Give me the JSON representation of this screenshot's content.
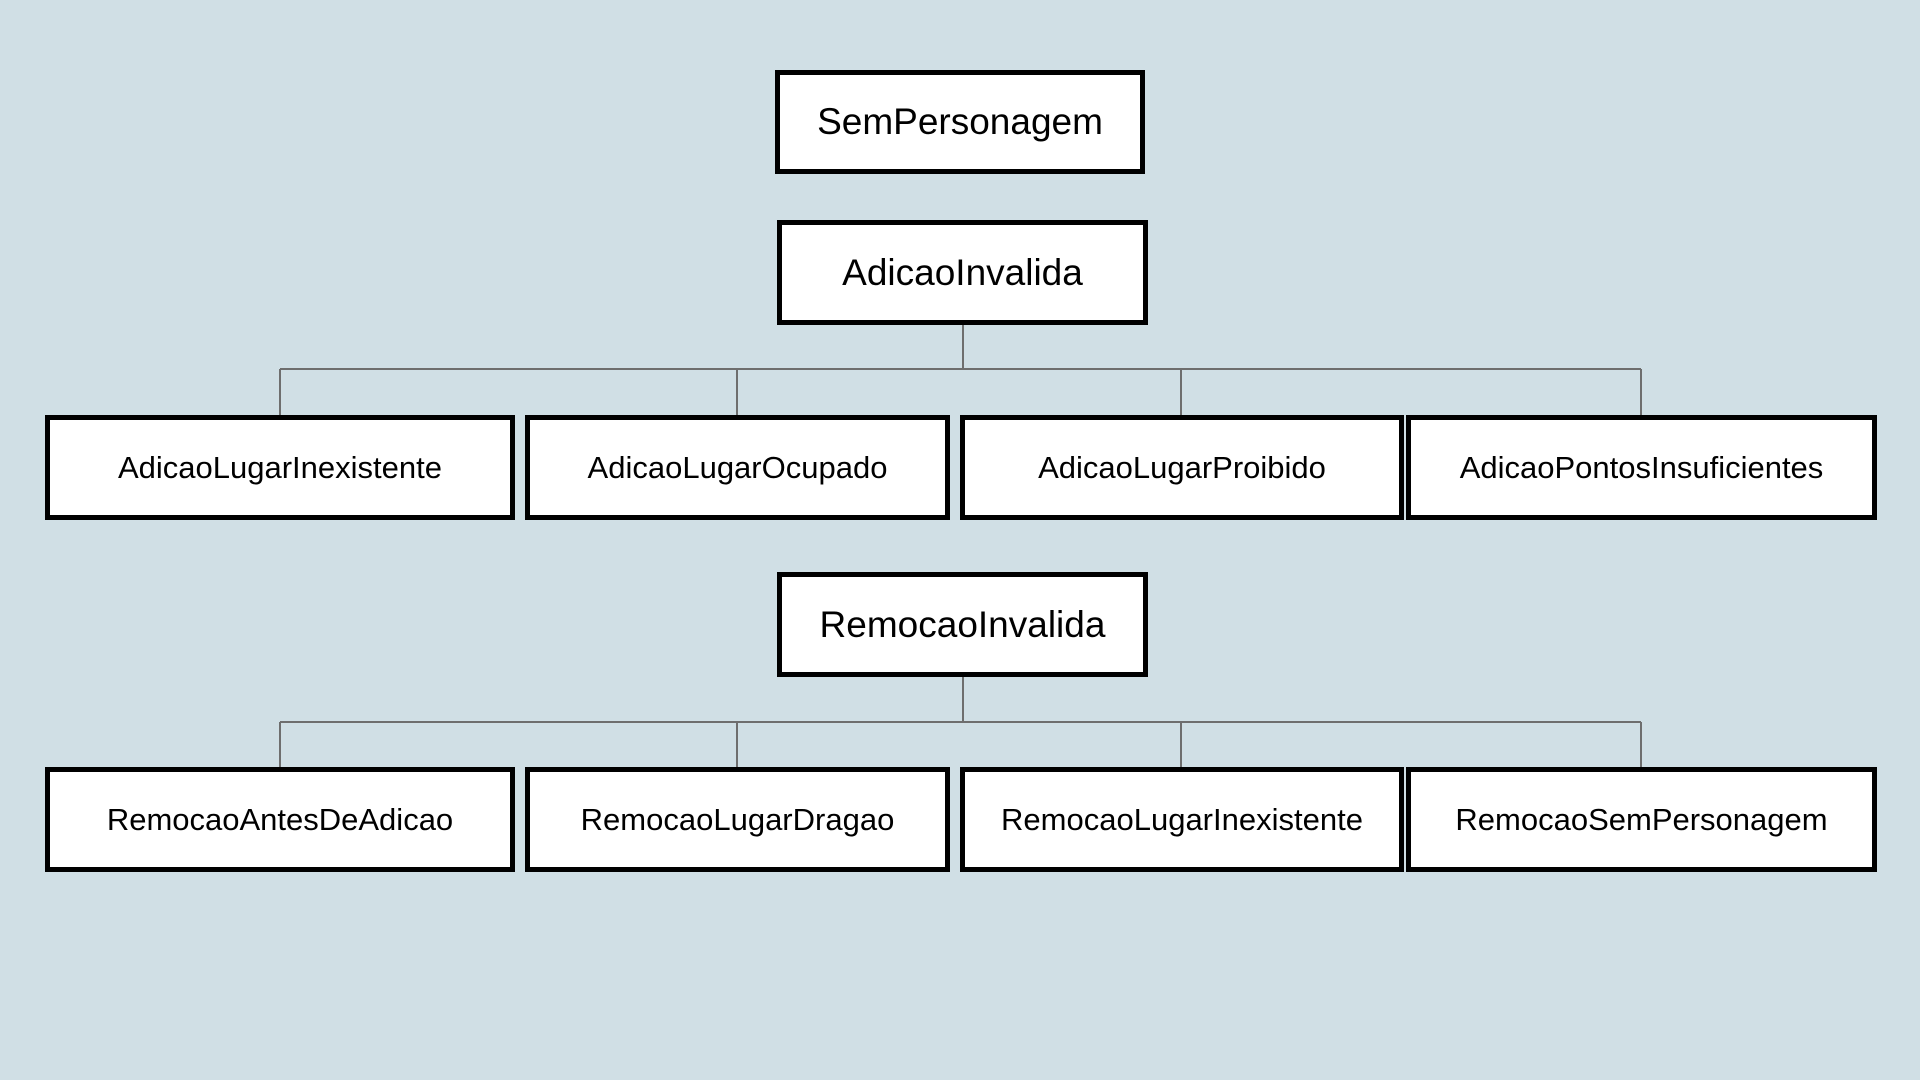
{
  "diagram": {
    "standalone": "SemPersonagem",
    "groups": [
      {
        "parent": "AdicaoInvalida",
        "children": [
          "AdicaoLugarInexistente",
          "AdicaoLugarOcupado",
          "AdicaoLugarProibido",
          "AdicaoPontosInsuficientes"
        ]
      },
      {
        "parent": "RemocaoInvalida",
        "children": [
          "RemocaoAntesDeAdicao",
          "RemocaoLugarDragao",
          "RemocaoLugarInexistente",
          "RemocaoSemPersonagem"
        ]
      }
    ],
    "colors": {
      "background": "#d0dfe5",
      "box_fill": "#ffffff",
      "box_border": "#000000",
      "connector": "#6e6e6e"
    }
  }
}
